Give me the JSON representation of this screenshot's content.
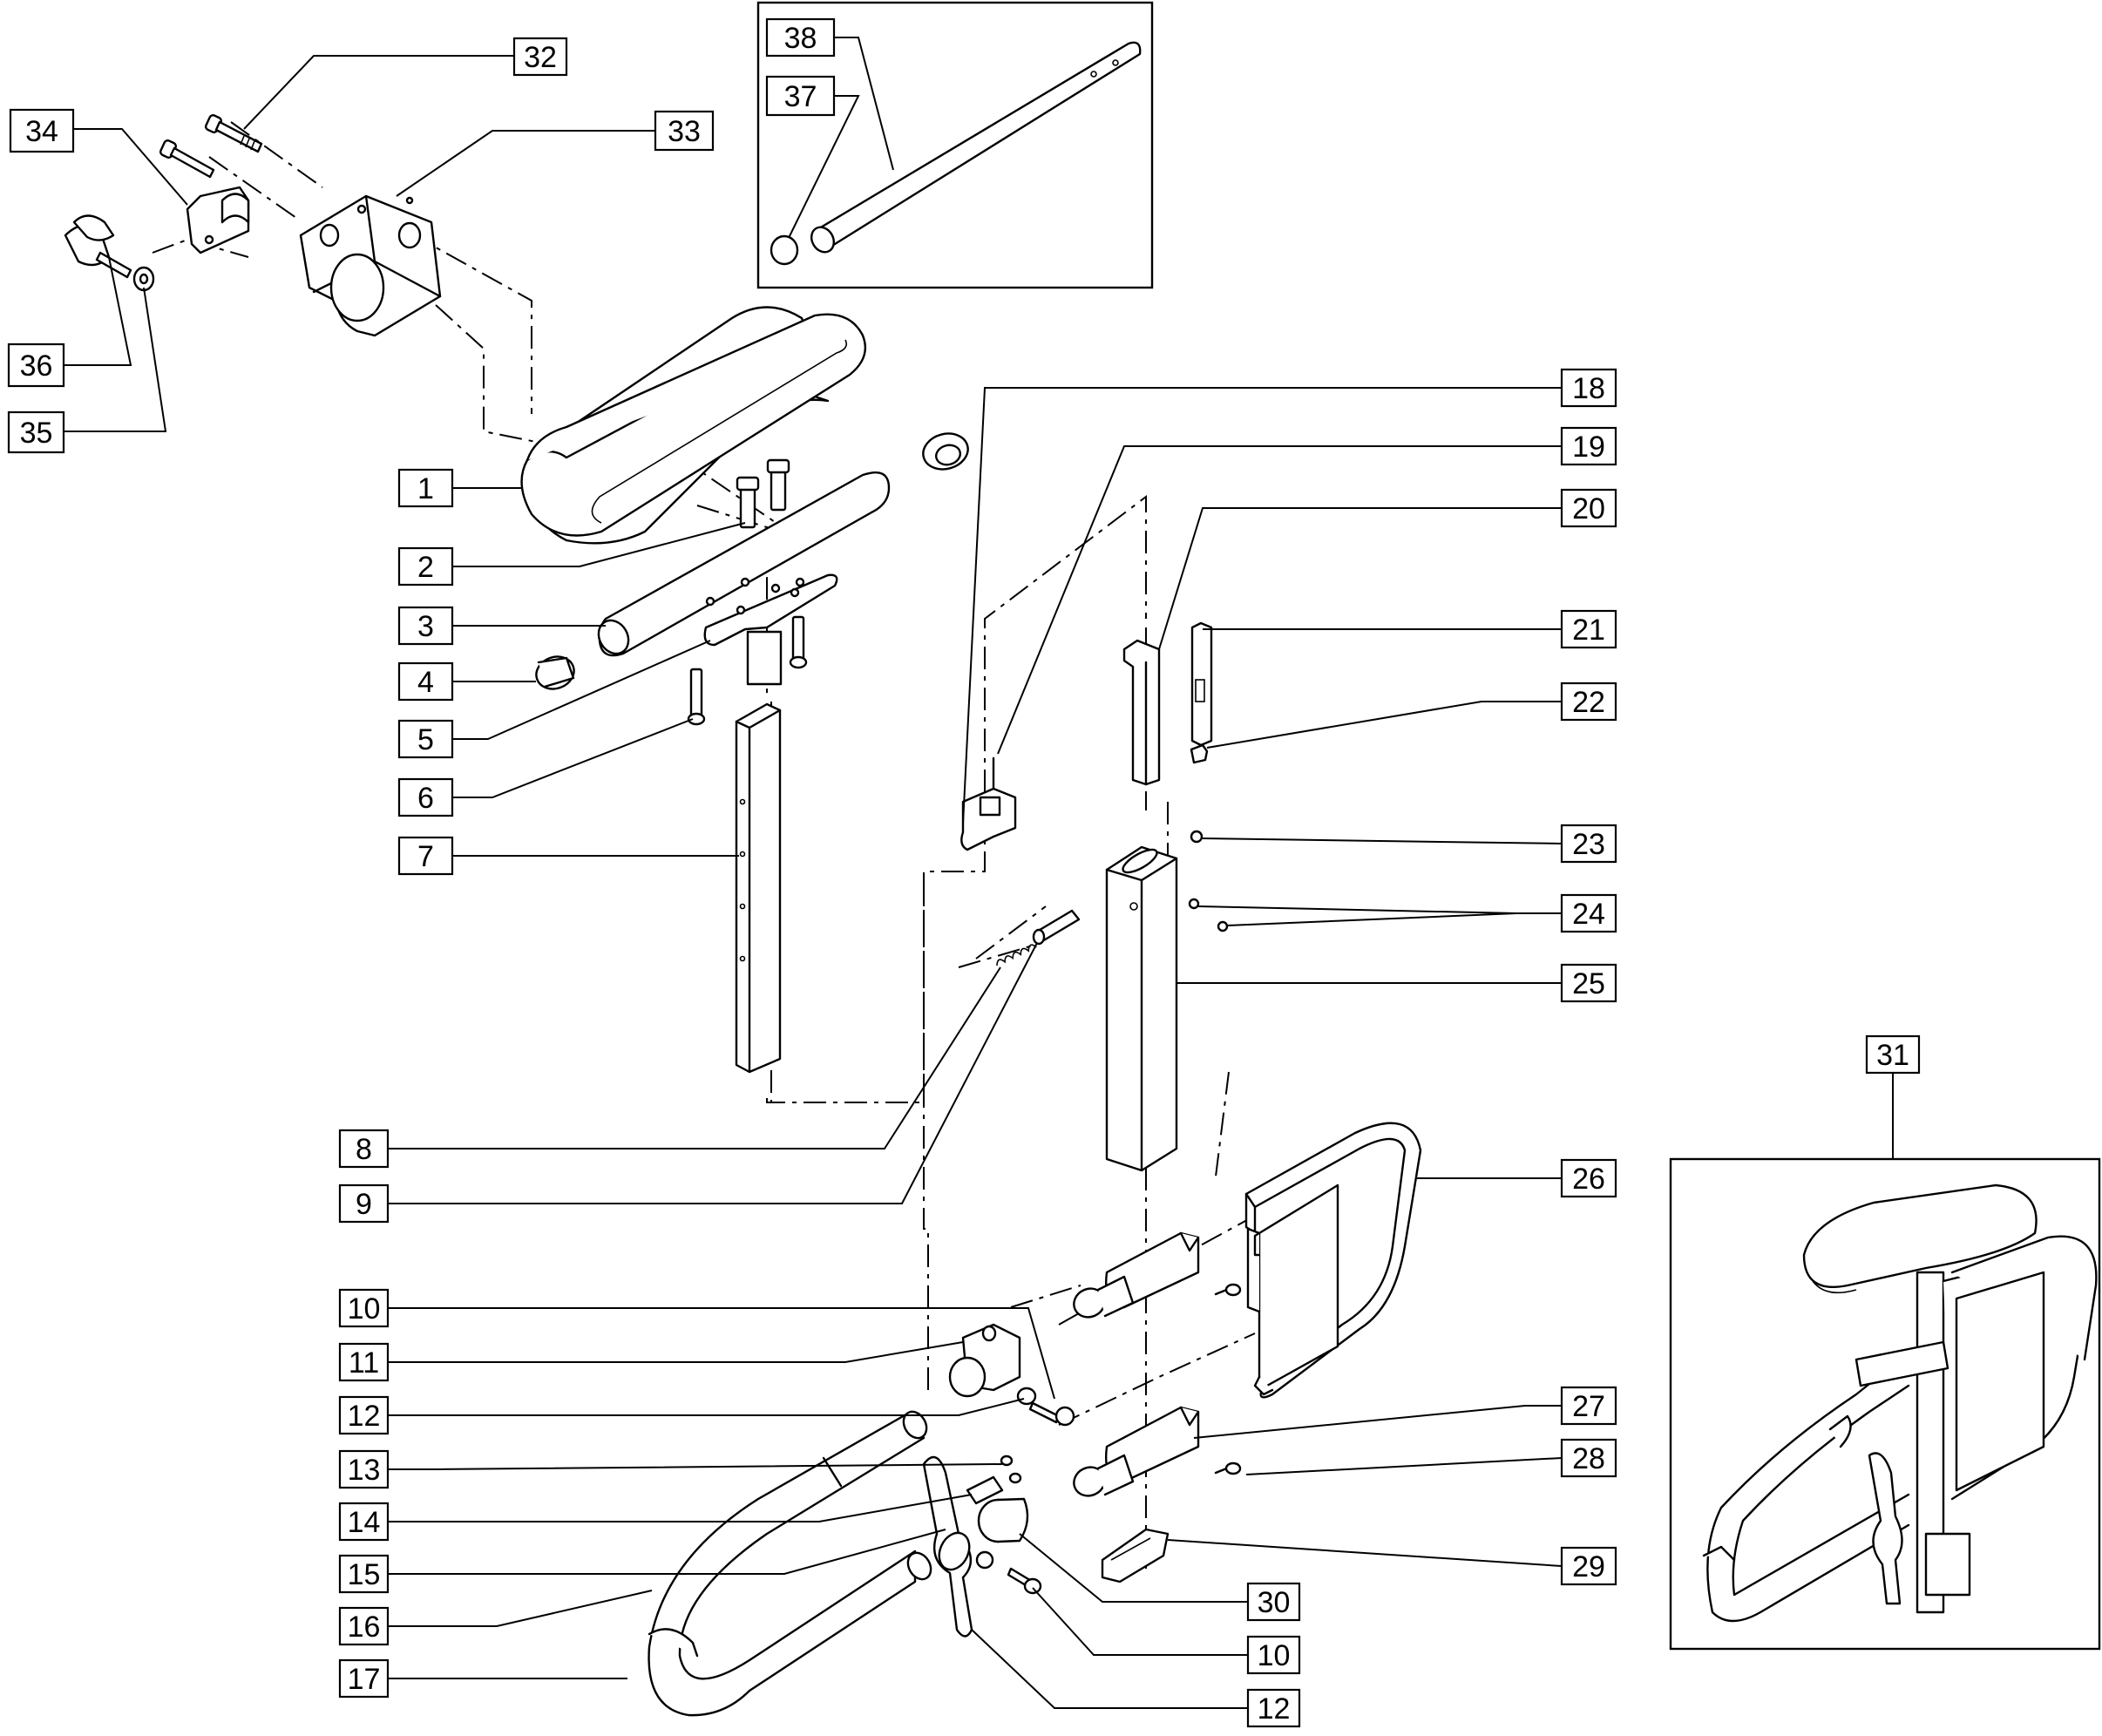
{
  "diagram": {
    "callouts": [
      {
        "id": "c32",
        "label": "32"
      },
      {
        "id": "c34",
        "label": "34"
      },
      {
        "id": "c33",
        "label": "33"
      },
      {
        "id": "c36",
        "label": "36"
      },
      {
        "id": "c35",
        "label": "35"
      },
      {
        "id": "c38",
        "label": "38"
      },
      {
        "id": "c37",
        "label": "37"
      },
      {
        "id": "c1",
        "label": "1"
      },
      {
        "id": "c2",
        "label": "2"
      },
      {
        "id": "c3",
        "label": "3"
      },
      {
        "id": "c4",
        "label": "4"
      },
      {
        "id": "c5",
        "label": "5"
      },
      {
        "id": "c6",
        "label": "6"
      },
      {
        "id": "c7",
        "label": "7"
      },
      {
        "id": "c8",
        "label": "8"
      },
      {
        "id": "c9",
        "label": "9"
      },
      {
        "id": "c10a",
        "label": "10"
      },
      {
        "id": "c11",
        "label": "11"
      },
      {
        "id": "c12a",
        "label": "12"
      },
      {
        "id": "c13",
        "label": "13"
      },
      {
        "id": "c14",
        "label": "14"
      },
      {
        "id": "c15",
        "label": "15"
      },
      {
        "id": "c16",
        "label": "16"
      },
      {
        "id": "c17",
        "label": "17"
      },
      {
        "id": "c18",
        "label": "18"
      },
      {
        "id": "c19",
        "label": "19"
      },
      {
        "id": "c20",
        "label": "20"
      },
      {
        "id": "c21",
        "label": "21"
      },
      {
        "id": "c22",
        "label": "22"
      },
      {
        "id": "c23",
        "label": "23"
      },
      {
        "id": "c24",
        "label": "24"
      },
      {
        "id": "c25",
        "label": "25"
      },
      {
        "id": "c26",
        "label": "26"
      },
      {
        "id": "c27",
        "label": "27"
      },
      {
        "id": "c28",
        "label": "28"
      },
      {
        "id": "c29",
        "label": "29"
      },
      {
        "id": "c30",
        "label": "30"
      },
      {
        "id": "c10b",
        "label": "10"
      },
      {
        "id": "c12b",
        "label": "12"
      },
      {
        "id": "c31",
        "label": "31"
      }
    ]
  }
}
